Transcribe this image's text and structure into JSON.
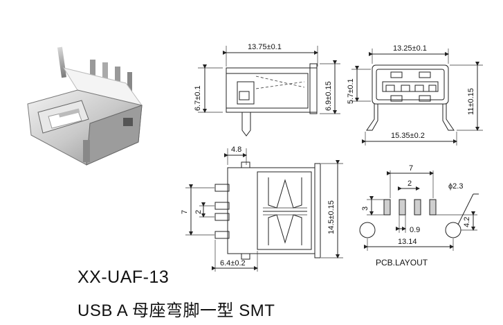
{
  "labels": {
    "part_number": "XX-UAF-13",
    "description": "USB A 母座弯脚一型 SMT",
    "pcb_layout": "PCB.LAYOUT"
  },
  "dimensions": {
    "side_width": "13.75±0.1",
    "side_height": "6.7±0.1",
    "side_shell_height": "6.9±0.15",
    "front_width": "13.25±0.1",
    "front_opening_height": "5.7±0.1",
    "front_total_height": "11±0.15",
    "front_foot_span": "15.35±0.2",
    "top_pin_offset": "4.8",
    "top_pin_span": "7",
    "top_pin_pitch": "2",
    "top_length": "14.5±0.15",
    "top_pin_length": "6.4±0.2",
    "pcb_pad_span": "7",
    "pcb_pad_pitch": "2",
    "pcb_hole_dia": "ϕ2.3",
    "pcb_pad_length": "3",
    "pcb_hole_offset": "4.2",
    "pcb_pad_width": "0.9",
    "pcb_hole_span": "13.14"
  }
}
